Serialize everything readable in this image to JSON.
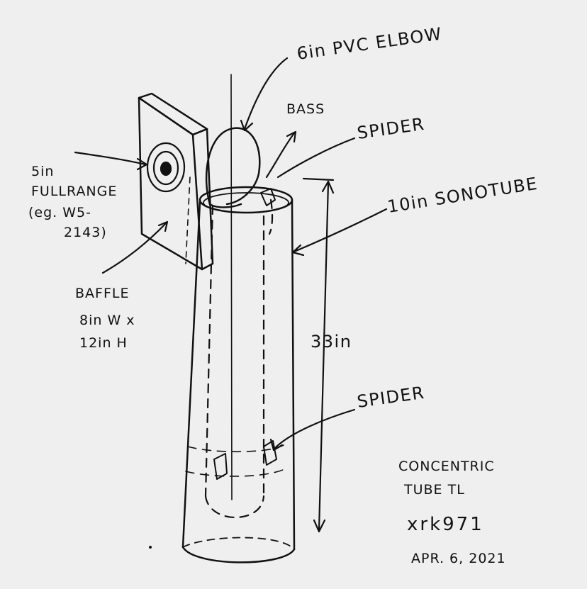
{
  "labels": {
    "elbow": "6in PVC ELBOW",
    "bass": "BASS",
    "spider_top": "SPIDER",
    "sonotube": "10in SONOTUBE",
    "fullrange_1": "5in",
    "fullrange_2": "FULLRANGE",
    "fullrange_3": "(eg. W5-",
    "fullrange_4": "2143)",
    "baffle_1": "BAFFLE",
    "baffle_2": "8in W x",
    "baffle_3": "12in H",
    "height": "33in",
    "spider_bottom": "SPIDER",
    "title_1": "CONCENTRIC",
    "title_2": "TUBE TL",
    "author": "xrk971",
    "date": "APR. 6, 2021"
  },
  "colors": {
    "paper": "#efefef",
    "ink": "#111111"
  }
}
